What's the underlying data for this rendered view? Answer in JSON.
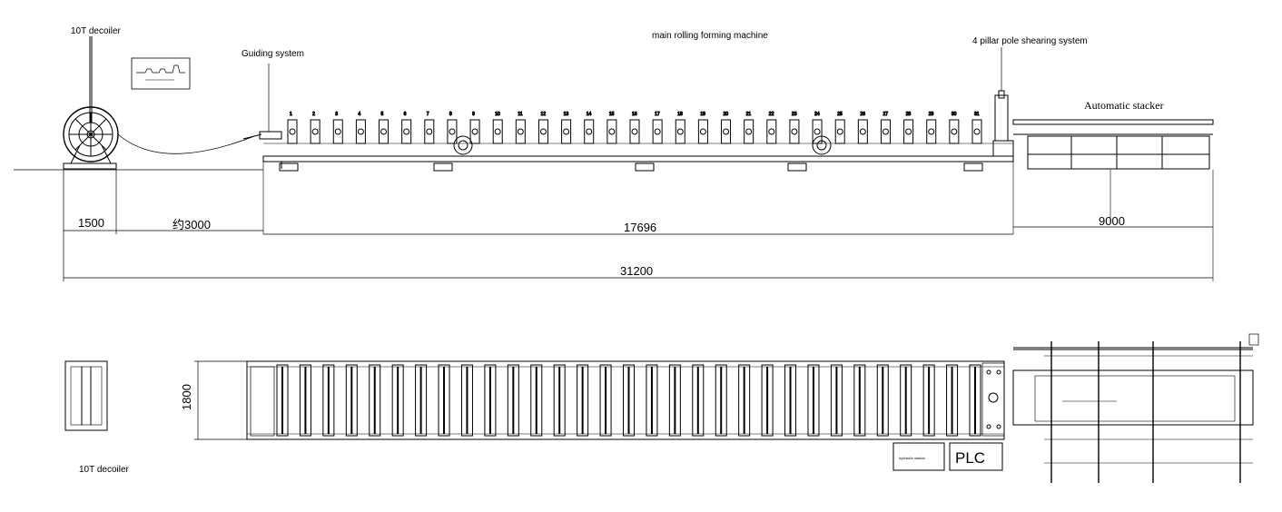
{
  "labels": {
    "decoiler_top": "10T  decoiler",
    "guiding": "Guiding system",
    "main_machine": "main rolling forming machine",
    "shearing": "4 pillar pole shearing system",
    "stacker": "Automatic stacker",
    "decoiler_bottom": "10T  decoiler",
    "plc": "PLC",
    "hydraulic": "hydraulic station"
  },
  "dimensions": {
    "decoiler_len": "1500",
    "gap_len": "约3000",
    "machine_len": "17696",
    "stacker_len": "9000",
    "total_len": "31200",
    "width": "1800"
  },
  "station_numbers": [
    "1",
    "2",
    "3",
    "4",
    "5",
    "6",
    "7",
    "8",
    "9",
    "10",
    "11",
    "12",
    "13",
    "14",
    "15",
    "16",
    "17",
    "18",
    "19",
    "20",
    "21",
    "22",
    "23",
    "24",
    "25",
    "26",
    "27",
    "28",
    "29",
    "30",
    "31"
  ]
}
